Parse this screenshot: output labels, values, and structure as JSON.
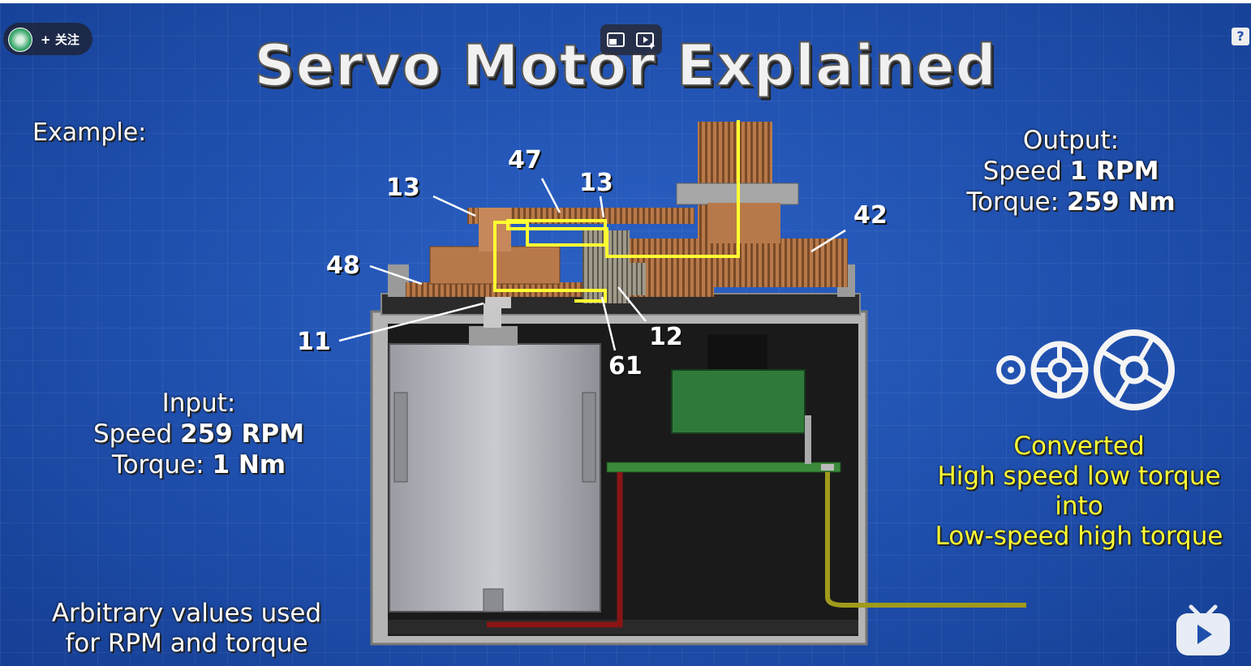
{
  "title": "Servo Motor Explained",
  "follow": {
    "icon": "+",
    "label": "关注"
  },
  "help_label": "?",
  "example_label": "Example:",
  "output": {
    "heading": "Output:",
    "speed_prefix": "Speed ",
    "speed_value": "1 RPM",
    "torque_prefix": "Torque: ",
    "torque_value": "259 Nm"
  },
  "input": {
    "heading": "Input:",
    "speed_prefix": "Speed ",
    "speed_value": "259 RPM",
    "torque_prefix": "Torque: ",
    "torque_value": "1 Nm"
  },
  "converted": {
    "line1": "Converted",
    "line2": "High speed low torque",
    "line3": "into",
    "line4": "Low-speed high torque"
  },
  "note": {
    "line1": "Arbitrary values used",
    "line2": "for RPM and torque"
  },
  "gear_labels": {
    "g13a": "13",
    "g47": "47",
    "g13b": "13",
    "g42": "42",
    "g48": "48",
    "g11": "11",
    "g12": "12",
    "g61": "61"
  },
  "colors": {
    "background": "#1f4fad",
    "highlight": "#ffff33",
    "bronze": "#b87a4b",
    "pcb": "#2f7a3a"
  },
  "icons": [
    "avatar-icon",
    "pip-icon",
    "ai-summary-icon",
    "help-icon",
    "gears-icon",
    "bilibili-logo-icon"
  ]
}
